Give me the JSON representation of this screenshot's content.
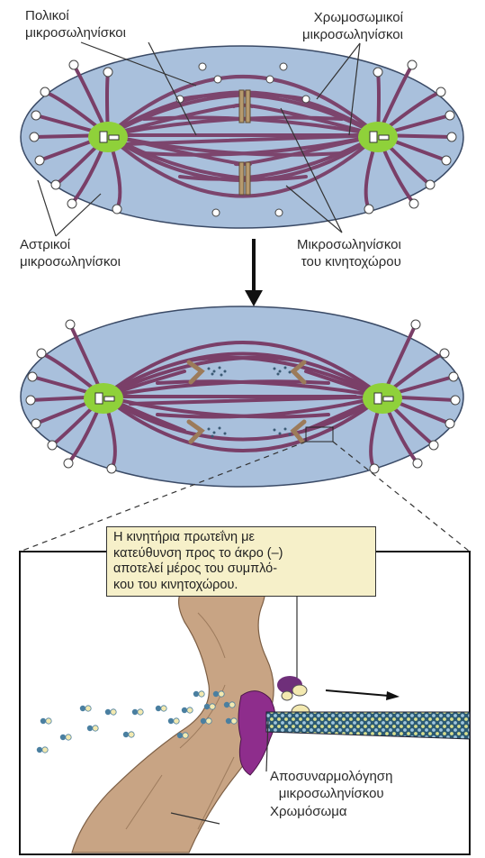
{
  "labels": {
    "polar": "Πολικοί\nμικροσωληνίσκοι",
    "chromosomal": "Χρωμοσωμικοί\nμικροσωληνίσκοι",
    "astral": "Αστρικοί\nμικροσωληνίσκοι",
    "kinetochore": "Μικροσωληνίσκοι\nτου κινητοχώρου",
    "motor_callout": "Η κινητήρια πρωτεΐνη με\nκατεύθυνση προς το άκρο (–)\nαποτελεί μέρος του συμπλό-\nκου του κινητοχώρου.",
    "disassembly": "Αποσυναρμολόγηση\nμικροσωληνίσκου",
    "chromosome": "Χρωμόσωμα"
  },
  "colors": {
    "cell_fill": "#a9c0dc",
    "cell_stroke": "#3a4a66",
    "microtubule": "#7a3f68",
    "centrosome": "#8fd13a",
    "chromosome": "#c8a484",
    "motor": "#8e2d8c",
    "tubulin_light": "#f3e9b0",
    "tubulin_dark": "#4a7fa0",
    "callout_bg": "#f6f0c9"
  }
}
